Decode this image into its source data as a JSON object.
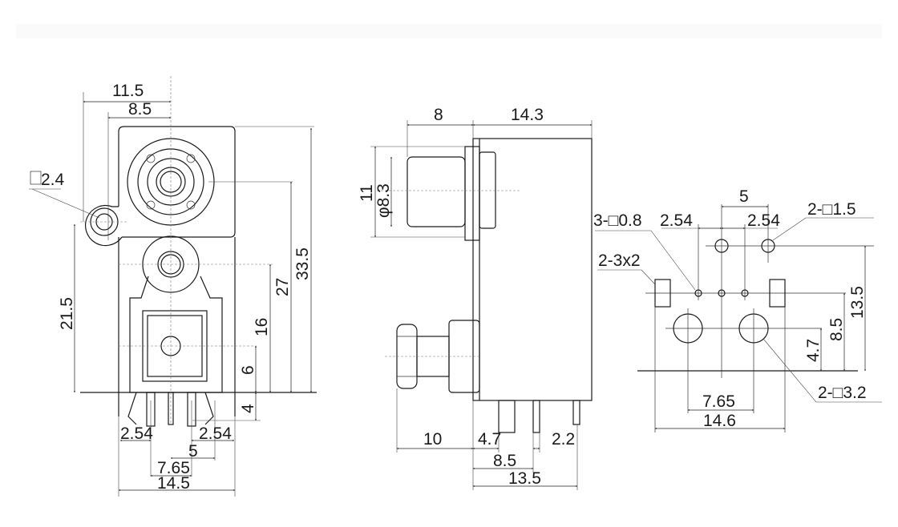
{
  "front_view": {
    "dims": {
      "w_11_5": "11.5",
      "w_8_5": "8.5",
      "hole": "2.4",
      "h_21_5": "21.5",
      "h_27": "27",
      "h_33_5": "33.5",
      "h_16": "16",
      "h_6": "6",
      "h_4": "4",
      "p_2_54_l": "2.54",
      "p_2_54_r": "2.54",
      "p_5": "5",
      "p_7_65": "7.65",
      "w_14_5": "14.5"
    }
  },
  "side_view": {
    "dims": {
      "w_8": "8",
      "w_14_3": "14.3",
      "h_11": "11",
      "dia": "φ8.3",
      "w_10": "10",
      "w_4_7": "4.7",
      "w_2_2": "2.2",
      "w_8_5": "8.5",
      "w_13_5": "13.5"
    }
  },
  "footprint": {
    "dims": {
      "p_5": "5",
      "holes_0_8": "3-□0.8",
      "p_2_54_l": "2.54",
      "p_2_54_r": "2.54",
      "holes_1_5": "2-□1.5",
      "slots": "2-3x2",
      "h_13_5": "13.5",
      "h_8_5": "8.5",
      "h_4_7": "4.7",
      "holes_3_2": "2-□3.2",
      "w_7_65": "7.65",
      "w_14_6": "14.6"
    }
  }
}
